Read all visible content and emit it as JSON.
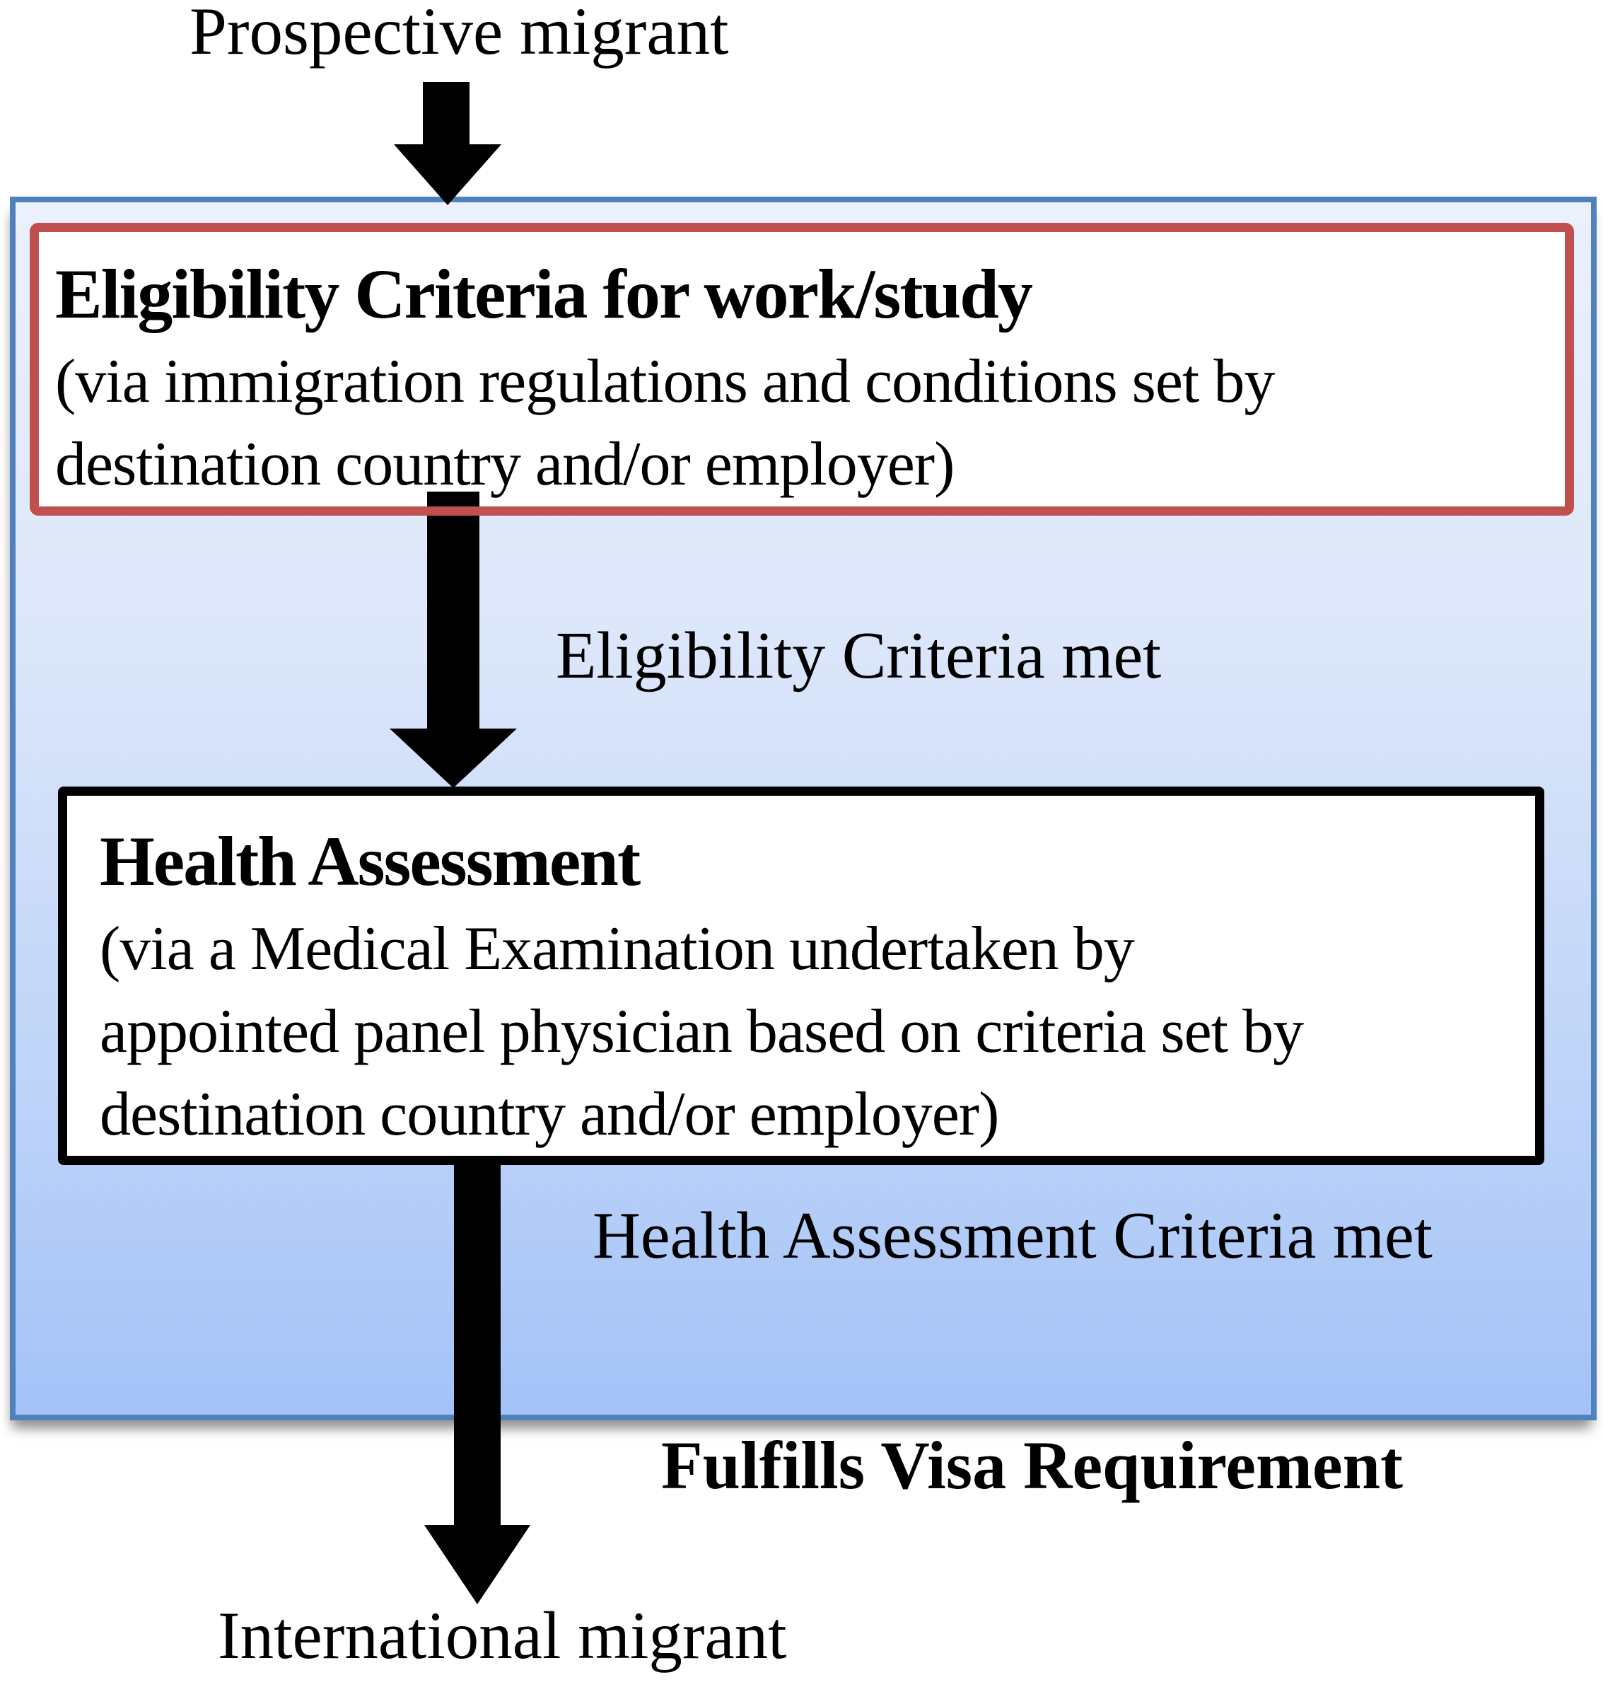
{
  "flow_start": {
    "label": "Prospective migrant"
  },
  "flow_end": {
    "label": "International migrant"
  },
  "panel": {
    "border_color": "#4f81bd",
    "fill_top_color": "#eaf0fc",
    "fill_bottom_color": "#a3c2f7"
  },
  "eligibility_box": {
    "border_color": "#c0504d",
    "title": "Eligibility Criteria for work/study",
    "lines": [
      "(via immigration regulations and conditions set by",
      "destination country and/or employer)"
    ]
  },
  "eligibility_arrow_label": "Eligibility Criteria met",
  "health_box": {
    "border_color": "#000000",
    "title": "Health Assessment",
    "lines": [
      "(via a Medical Examination undertaken by",
      "appointed panel physician based on criteria set by",
      "destination country and/or employer)"
    ]
  },
  "health_arrow_label": "Health Assessment Criteria met",
  "visa_label": "Fulfills Visa Requirement",
  "arrow_color": "#000000"
}
